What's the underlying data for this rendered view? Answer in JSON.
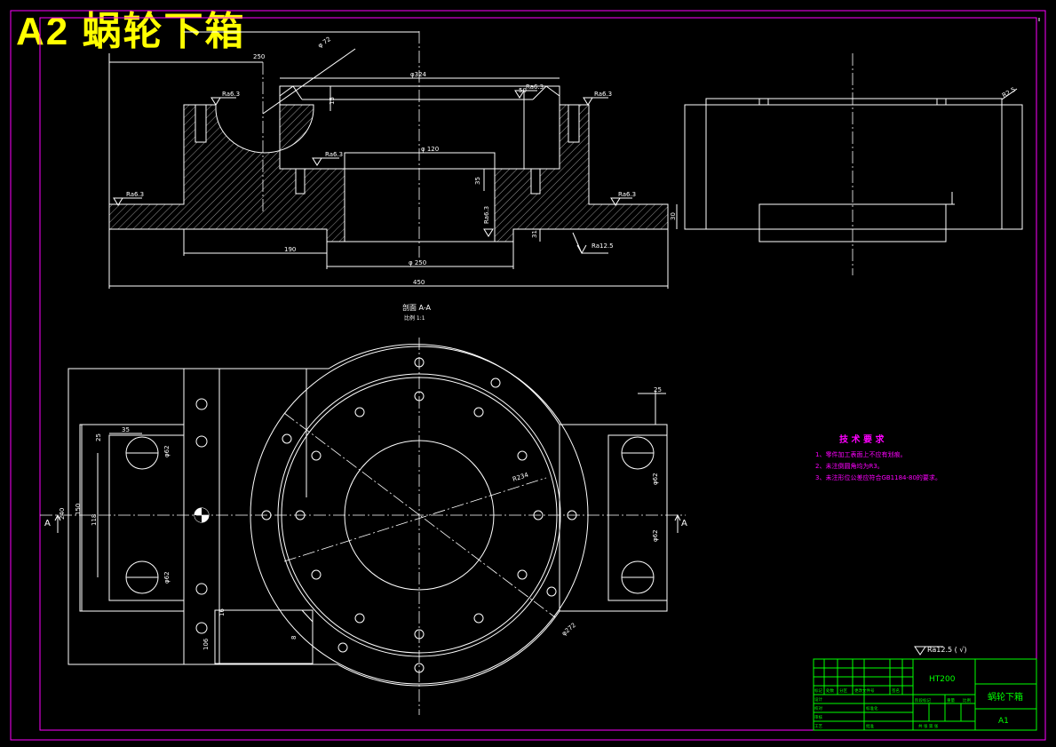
{
  "title": "A2 蜗轮下箱",
  "section_view": {
    "label": "剖面 A-A",
    "scale": "比例 1:1"
  },
  "section_marker": "A",
  "dimensions": {
    "d72": "φ 72",
    "d324": "φ324",
    "d120": "φ 120",
    "d250": "φ 250",
    "w250": "250",
    "w190": "190",
    "w450": "450",
    "h50": "50",
    "h35": "35",
    "h15": "15",
    "h31": "31",
    "h30": "30",
    "r": "R2.5",
    "t25": "25",
    "v240": "240",
    "v150": "150",
    "v118": "118",
    "v25": "25",
    "d62a": "φ62",
    "d62b": "φ62",
    "d62c": "φ62",
    "d62d": "φ62",
    "r234": "R234",
    "r272": "φ272",
    "s106": "106",
    "s16": "16",
    "s8": "8"
  },
  "surface_finish": [
    "Ra6.3",
    "Ra6.3",
    "Ra6.3",
    "Ra6.3",
    "Ra6.3",
    "Ra6.3",
    "Ra6.3",
    "Ra12.5"
  ],
  "finish_note": "Ra12.5 ( √)",
  "tech_requirements": {
    "heading": "技 术 要 求",
    "items": [
      "1、零件加工表面上不应有划痕。",
      "2、未注倒圆角均为R3。",
      "3、未注形位公差应符合GB1184-80的要求。"
    ]
  },
  "title_block": {
    "material": "HT200",
    "part_name": "蜗轮下箱",
    "sheet": "A1",
    "labels": [
      "标记",
      "处数",
      "分区",
      "更改文件号",
      "签名",
      "年月日",
      "设计",
      "标准化",
      "阶段标记",
      "重量",
      "比例",
      "审核",
      "工艺",
      "批准",
      "共 张 第 张",
      "校对"
    ]
  },
  "colors": {
    "outline": "#ffffff",
    "frame": "#ff00ff",
    "title": "#ffff00",
    "notes": "#ff00ff",
    "tableblock": "#00ff00",
    "dimension": "#00ffff"
  }
}
